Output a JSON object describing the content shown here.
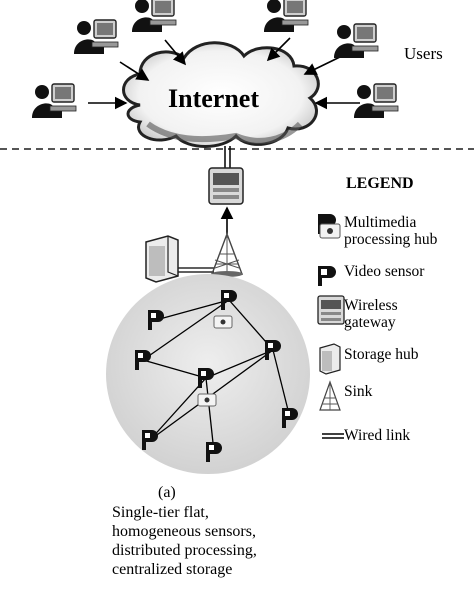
{
  "network": {
    "internet_label": "Internet",
    "users_label": "Users"
  },
  "legend": {
    "title": "LEGEND",
    "items": [
      {
        "icon": "multimedia-hub-icon",
        "lines": [
          "Multimedia",
          "processing hub"
        ]
      },
      {
        "icon": "video-sensor-icon",
        "lines": [
          "Video sensor"
        ]
      },
      {
        "icon": "wireless-gateway-icon",
        "lines": [
          "Wireless",
          "gateway"
        ]
      },
      {
        "icon": "storage-hub-icon",
        "lines": [
          "Storage hub"
        ]
      },
      {
        "icon": "sink-icon",
        "lines": [
          "Sink"
        ]
      },
      {
        "icon": "wired-link-icon",
        "lines": [
          "Wired link"
        ]
      }
    ]
  },
  "caption": {
    "label": "(a)",
    "lines": [
      "Single-tier flat,",
      "homogeneous sensors,",
      "distributed processing,",
      "centralized storage"
    ]
  }
}
